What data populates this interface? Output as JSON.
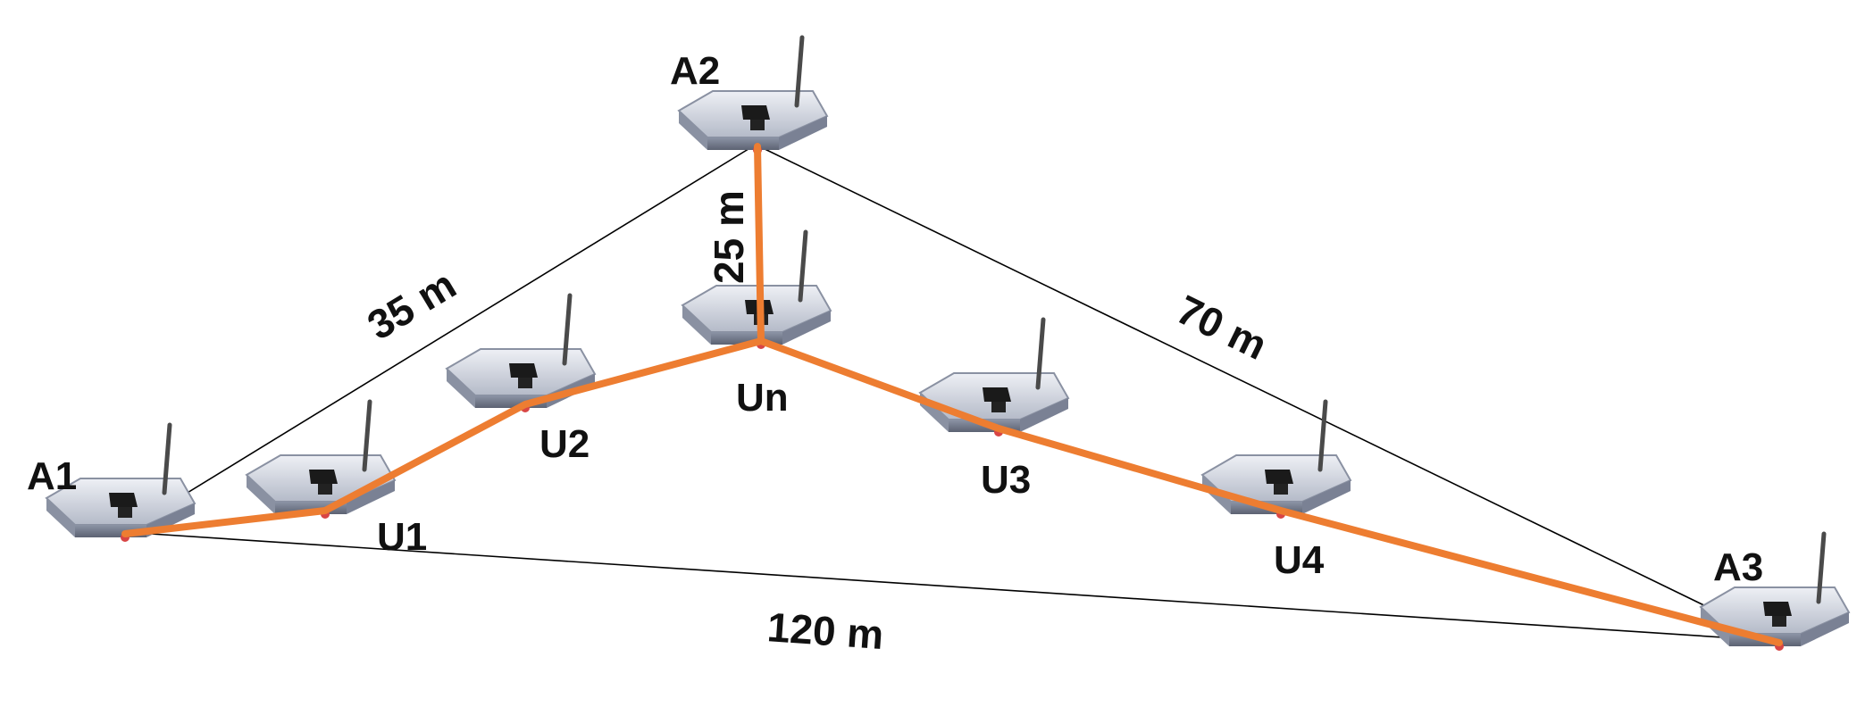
{
  "nodes": {
    "A1": {
      "label": "A1"
    },
    "A2": {
      "label": "A2"
    },
    "A3": {
      "label": "A3"
    },
    "U1": {
      "label": "U1"
    },
    "U2": {
      "label": "U2"
    },
    "Un": {
      "label": "Un"
    },
    "U3": {
      "label": "U3"
    },
    "U4": {
      "label": "U4"
    }
  },
  "distances": {
    "a1_a2": "35 m",
    "a2_un": "25 m",
    "a2_a3": "70 m",
    "a1_a3": "120 m"
  },
  "colors": {
    "path": "#ED7D31",
    "thin_line": "#000000",
    "router_body": "#9AA3B8",
    "port": "#D84545"
  }
}
